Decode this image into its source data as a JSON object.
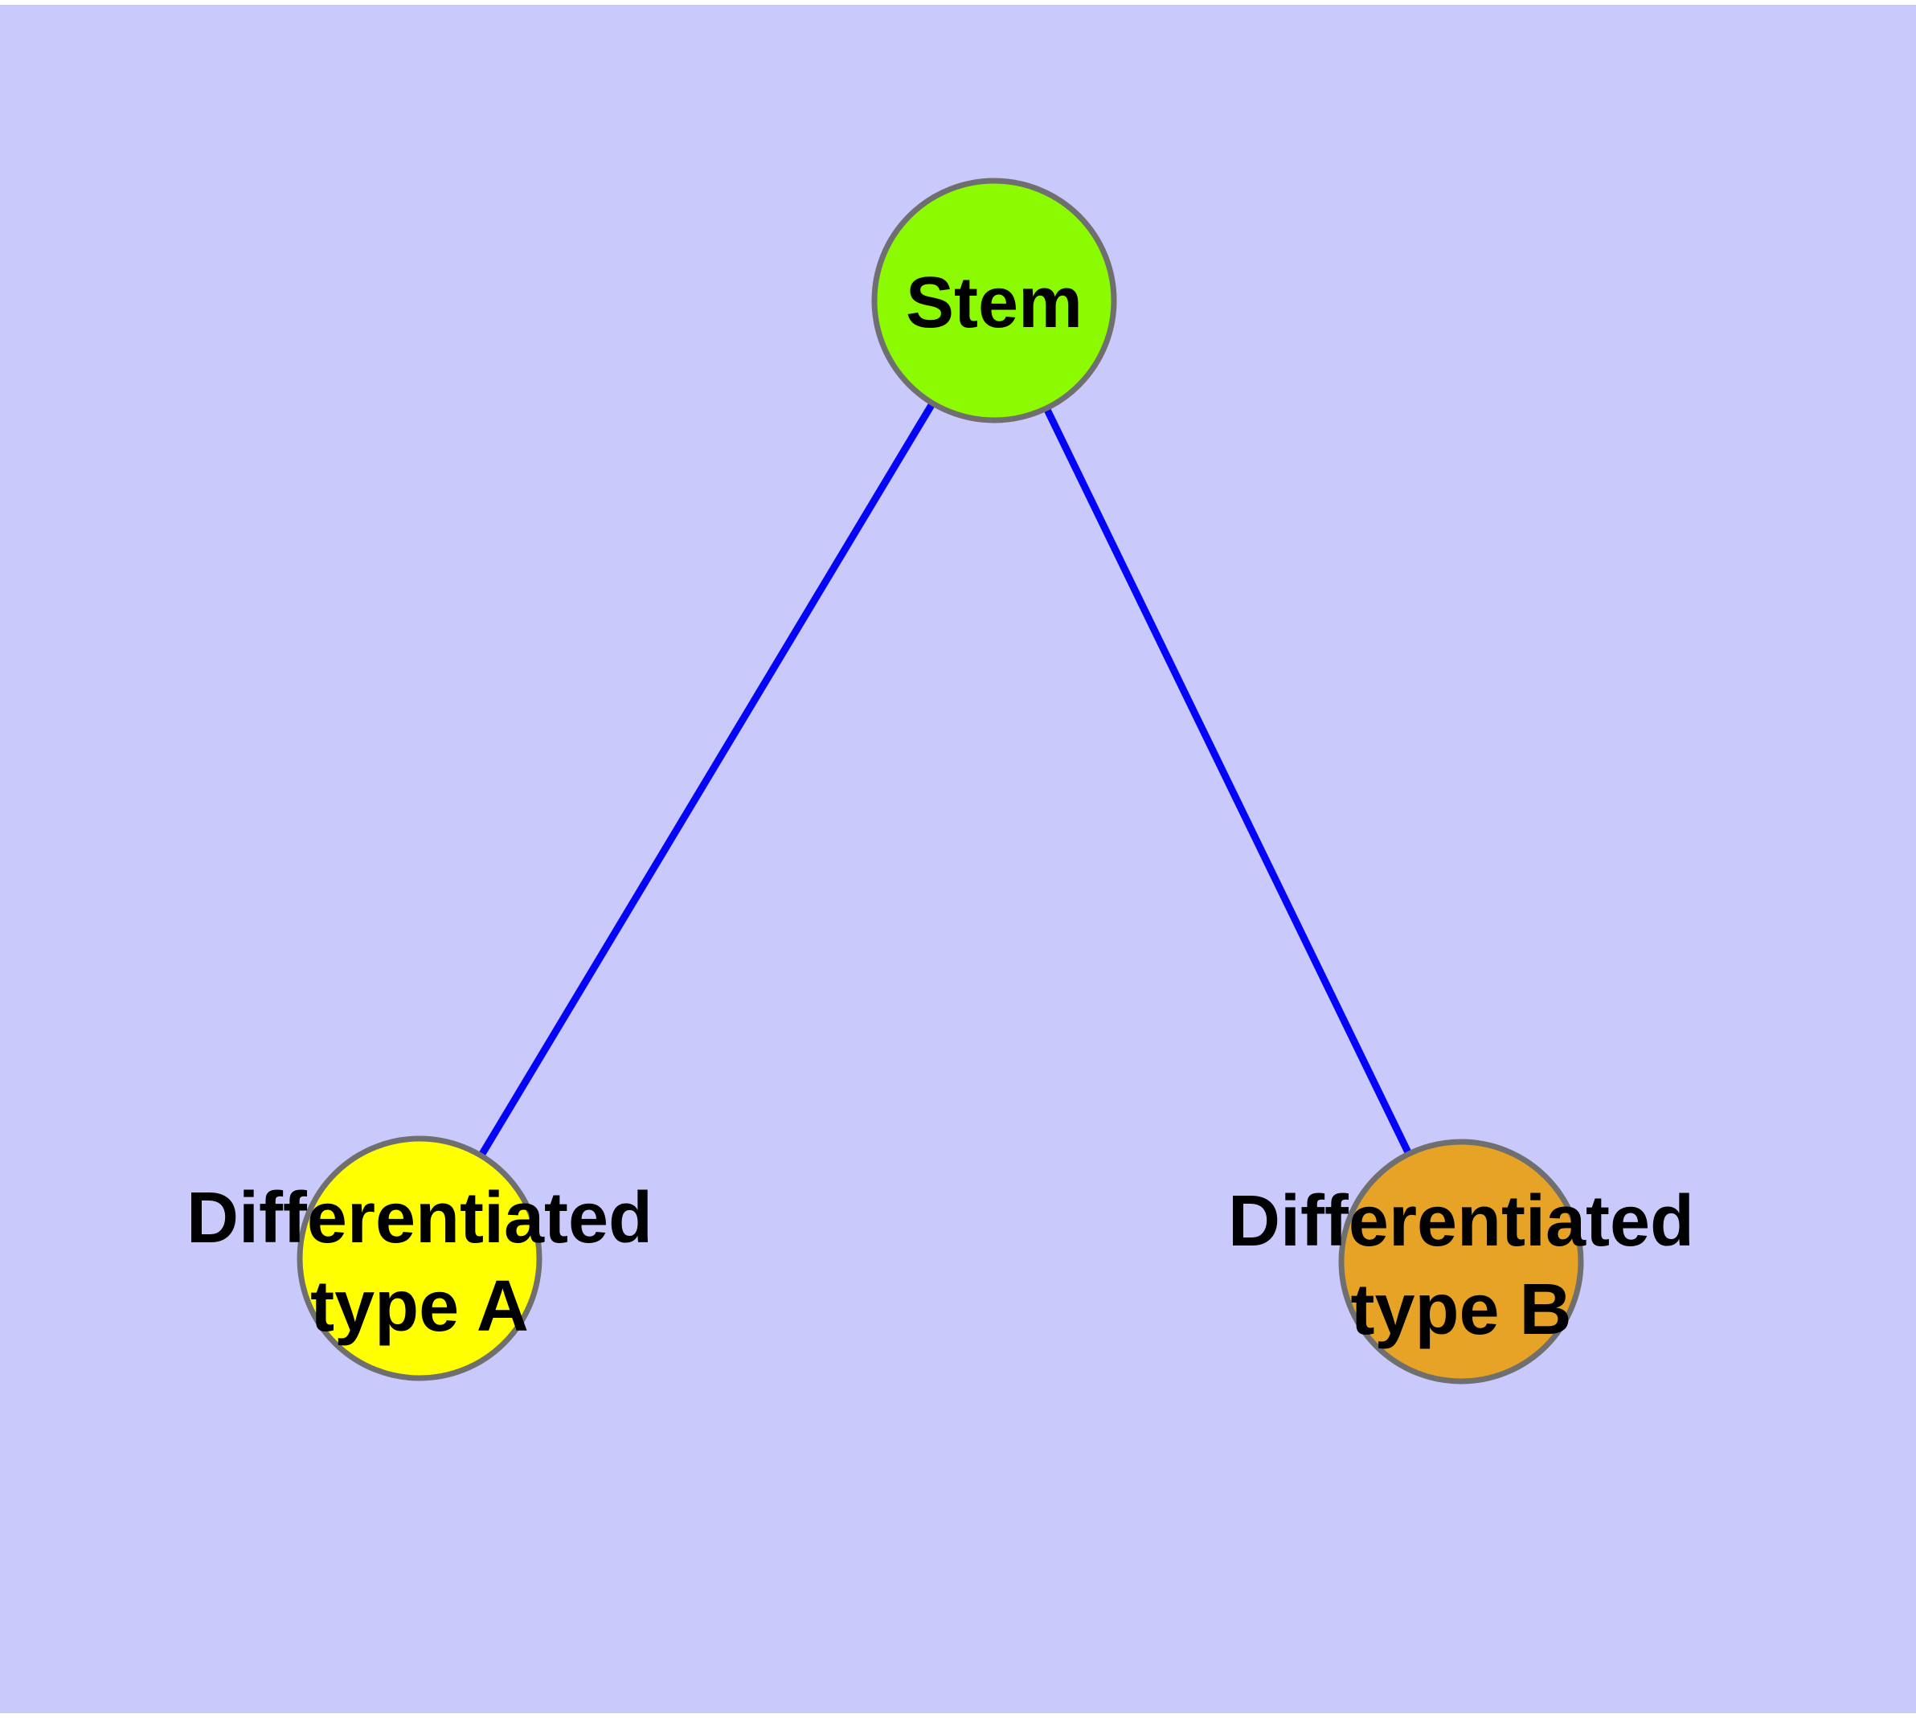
{
  "diagram": {
    "title": "",
    "background_color": "#C9C9FB",
    "margin_color": "#FFFFFF",
    "edge_color": "#0404F8",
    "node_border_color": "#6F6F6F",
    "label_color": "#000000",
    "nodes": [
      {
        "id": "stem",
        "label": "Stem",
        "fill": "#8CFA00"
      },
      {
        "id": "differentiated-type-a",
        "label": "Differentiated type A",
        "label_line1": "Differentiated",
        "label_line2": "type A",
        "fill": "#FFFF00"
      },
      {
        "id": "differentiated-type-b",
        "label": "Differentiated type B",
        "label_line1": "Differentiated",
        "label_line2": "type B",
        "fill": "#E7A325"
      }
    ],
    "edges": [
      {
        "from": "Stem",
        "to": "Differentiated type A"
      },
      {
        "from": "Stem",
        "to": "Differentiated type B"
      }
    ]
  }
}
